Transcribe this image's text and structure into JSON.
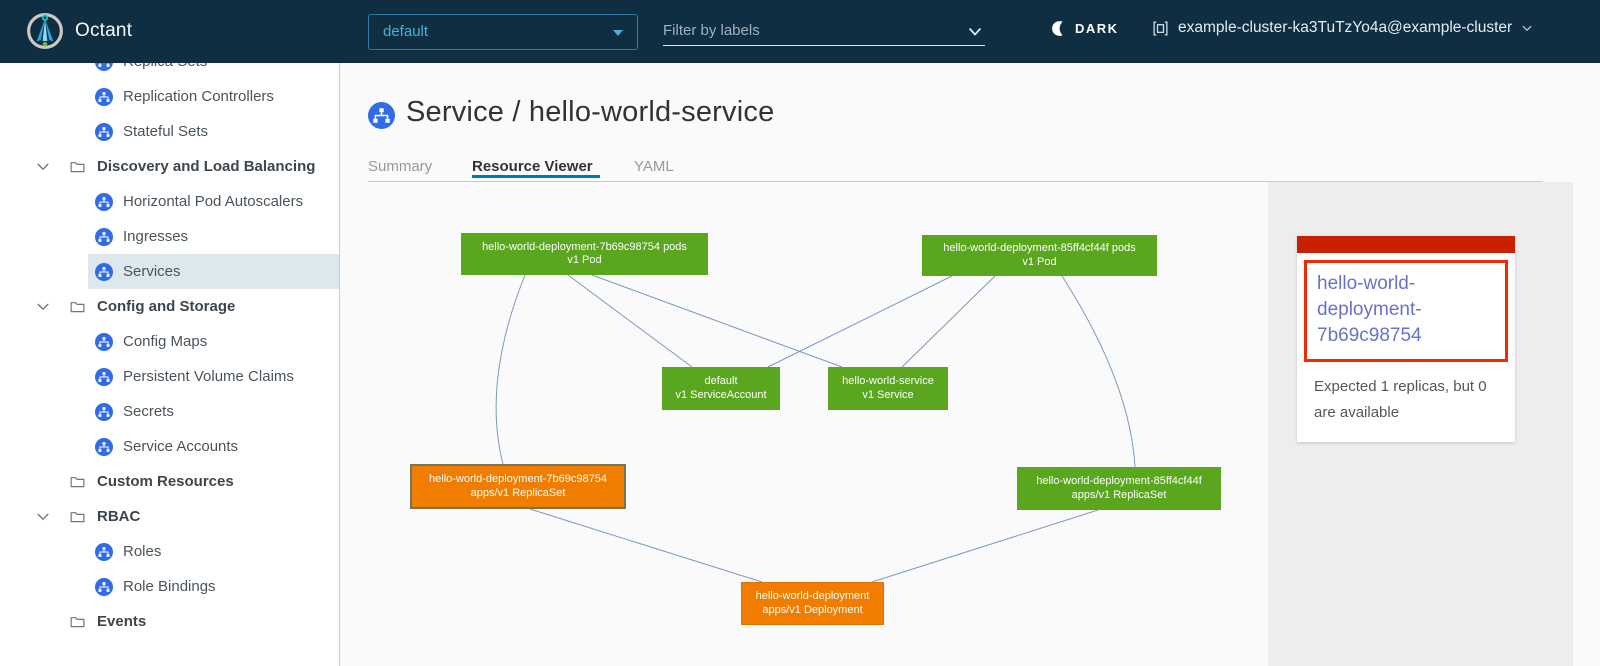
{
  "header": {
    "app_title": "Octant",
    "namespace_selector": {
      "value": "default"
    },
    "filter": {
      "placeholder": "Filter by labels"
    },
    "theme_toggle": {
      "label": "DARK"
    },
    "cluster_context": {
      "label": "example-cluster-ka3TuTzYo4a@example-cluster"
    }
  },
  "sidebar": {
    "items": [
      {
        "label": "Replica Sets"
      },
      {
        "label": "Replication Controllers"
      },
      {
        "label": "Stateful Sets"
      },
      {
        "label": "Discovery and Load Balancing"
      },
      {
        "label": "Horizontal Pod Autoscalers"
      },
      {
        "label": "Ingresses"
      },
      {
        "label": "Services"
      },
      {
        "label": "Config and Storage"
      },
      {
        "label": "Config Maps"
      },
      {
        "label": "Persistent Volume Claims"
      },
      {
        "label": "Secrets"
      },
      {
        "label": "Service Accounts"
      },
      {
        "label": "Custom Resources"
      },
      {
        "label": "RBAC"
      },
      {
        "label": "Roles"
      },
      {
        "label": "Role Bindings"
      },
      {
        "label": "Events"
      }
    ],
    "selected_item": "Services"
  },
  "main": {
    "page_title": "Service / hello-world-service",
    "tabs": [
      {
        "label": "Summary",
        "active": false
      },
      {
        "label": "Resource Viewer",
        "active": true
      },
      {
        "label": "YAML",
        "active": false
      }
    ]
  },
  "graph": {
    "nodes": [
      {
        "name": "hello-world-deployment-7b69c98754 pods",
        "kind": "v1 Pod",
        "status": "healthy"
      },
      {
        "name": "hello-world-deployment-85ff4cf44f pods",
        "kind": "v1 Pod",
        "status": "healthy"
      },
      {
        "name": "default",
        "kind": "v1 ServiceAccount",
        "status": "healthy"
      },
      {
        "name": "hello-world-service",
        "kind": "v1 Service",
        "status": "healthy"
      },
      {
        "name": "hello-world-deployment-7b69c98754",
        "kind": "apps/v1 ReplicaSet",
        "status": "attention",
        "selected": true
      },
      {
        "name": "hello-world-deployment-85ff4cf44f",
        "kind": "apps/v1 ReplicaSet",
        "status": "healthy"
      },
      {
        "name": "hello-world-deployment",
        "kind": "apps/v1 Deployment",
        "status": "attention"
      }
    ],
    "colors": {
      "healthy": "#5aa61e",
      "attention": "#f07c00",
      "edge": "#7e98c0"
    }
  },
  "detail_panel": {
    "title": "hello-world-deployment-7b69c98754",
    "message": "Expected 1 replicas, but 0 are available",
    "status_color": "#c92100"
  }
}
